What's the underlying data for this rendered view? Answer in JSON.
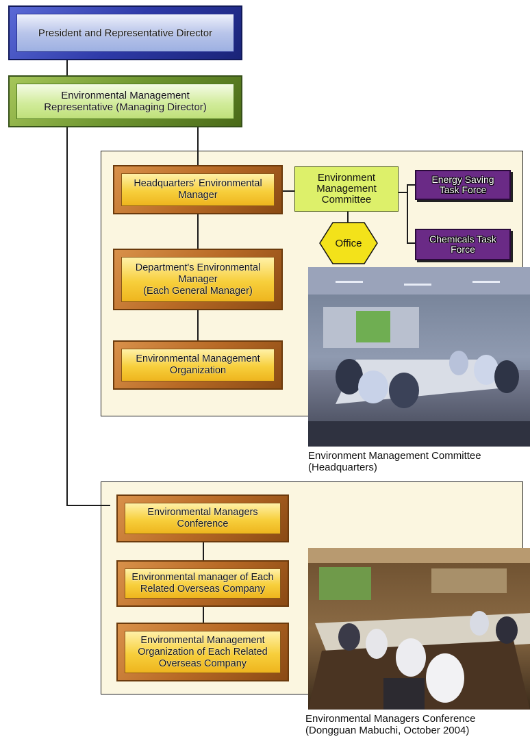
{
  "nodes": {
    "president": "President and Representative Director",
    "ems_representative": "Environmental Management\nRepresentative (Managing Director)",
    "hq_manager": "Headquarters' Environmental\nManager",
    "env_committee": "Environment\nManagement\nCommittee",
    "energy_task_force": "Energy Saving\nTask Force",
    "chemicals_task_force": "Chemicals Task\nForce",
    "office": "Office",
    "dept_manager": "Department's Environmental\nManager\n(Each General Manager)",
    "env_mgmt_org": "Environmental Management\nOrganization",
    "managers_conference": "Environmental Managers\nConference",
    "overseas_manager": "Environmental manager of Each\nRelated Overseas Company",
    "overseas_org": "Environmental Management\nOrganization of Each Related\nOverseas Company"
  },
  "photos": {
    "hq_caption": "Environment Management Committee\n(Headquarters)",
    "conference_caption": "Environmental Managers Conference\n(Dongguan Mabuchi, October 2004)"
  },
  "colors": {
    "blue_box": "#2e3aa8",
    "green_box": "#6f9630",
    "orange_box": "#b86a26",
    "committee_box": "#ddf06a",
    "task_force_box": "#6a2a86",
    "panel_bg": "#fbf6e0"
  }
}
